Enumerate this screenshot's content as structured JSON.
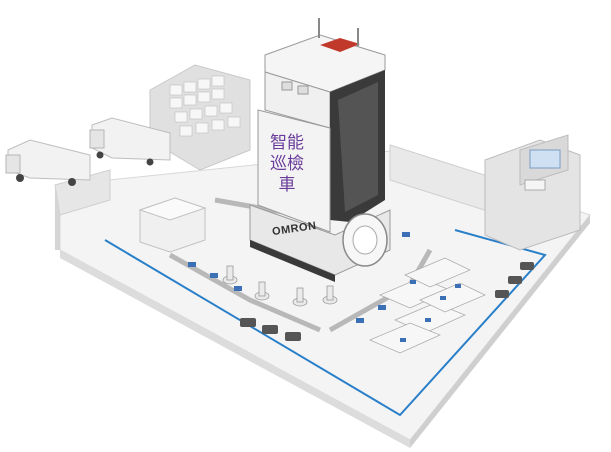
{
  "robot_label": {
    "line1": "智能",
    "line2": "巡檢",
    "line3": "車"
  },
  "robot_brand": "OMRON",
  "colors": {
    "floor": "#f4f4f4",
    "wall": "#e6e6e6",
    "wall_shadow": "#cfcfcf",
    "path_line": "#2a7fc9",
    "robot_body": "#f0f0f0",
    "robot_dark": "#3a3a3a",
    "accent_blue": "#3b6fb6",
    "label_purple": "#6a3d9a"
  }
}
